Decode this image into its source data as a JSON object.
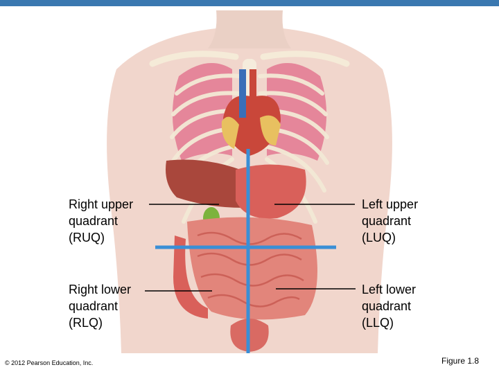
{
  "colors": {
    "top_bar": "#3a78b0",
    "quadrant_lines": "#3a8fd6",
    "skin": "#f1d6cc",
    "lungs": "#e5869a",
    "heart": "#c9473a",
    "liver": "#a9473c",
    "stomach": "#d9605a",
    "intestine": "#e2857b",
    "gallbladder": "#7cb33d",
    "bladder": "#d96a63"
  },
  "labels": {
    "ruq": [
      "Right upper",
      "quadrant",
      "(RUQ)"
    ],
    "luq": [
      "Left upper",
      "quadrant",
      "(LUQ)"
    ],
    "rlq": [
      "Right lower",
      "quadrant",
      "(RLQ)"
    ],
    "llq": [
      "Left lower",
      "quadrant",
      "(LLQ)"
    ]
  },
  "footer": {
    "copyright": "© 2012 Pearson Education, Inc.",
    "figure_number": "Figure 1.8"
  }
}
